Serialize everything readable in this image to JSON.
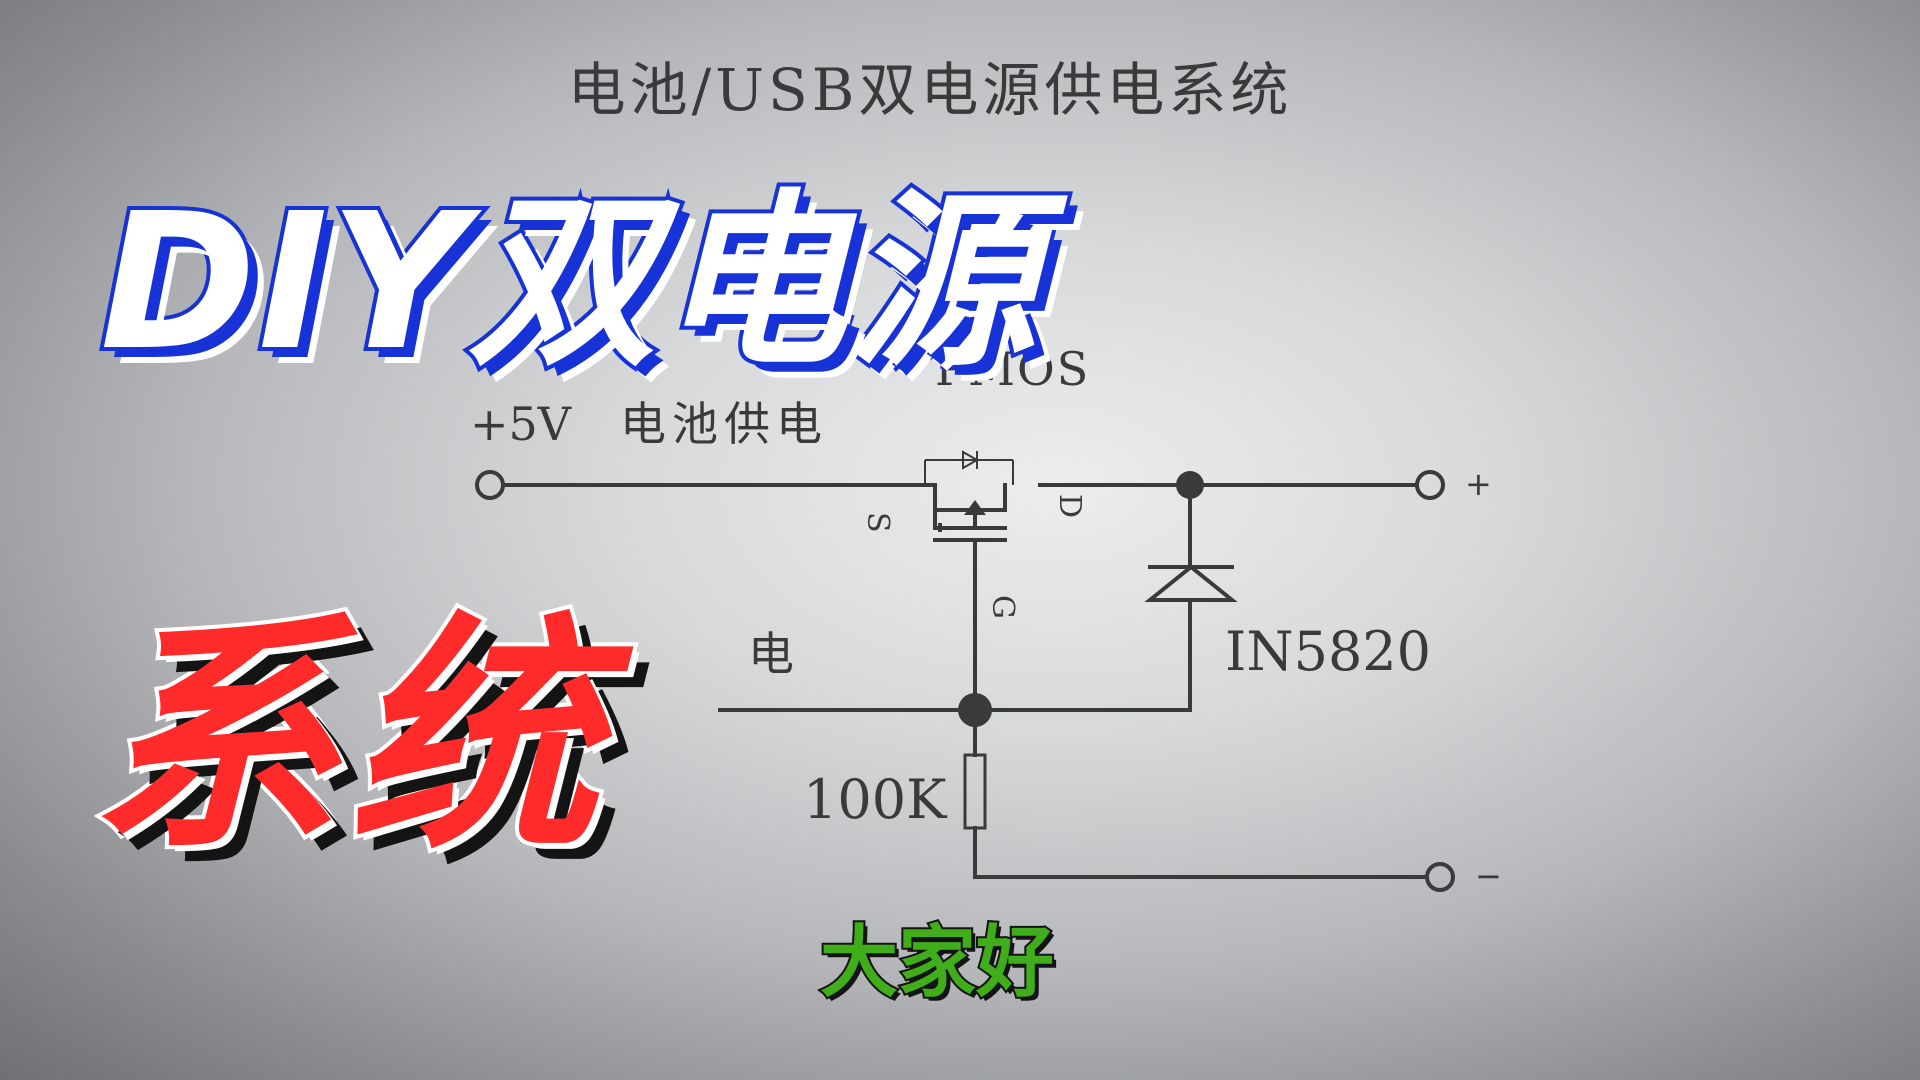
{
  "diagram": {
    "title": "电池/USB双电源供电系统",
    "labels": {
      "input_top": "+5V",
      "battery_supply": "电池供电",
      "pmos": "PMOS",
      "pin_s": "S",
      "pin_d": "D",
      "pin_g": "G",
      "diode": "IN5820",
      "resistor": "100K",
      "out_plus": "+",
      "out_minus": "−",
      "usb_partial": "电"
    }
  },
  "overlay": {
    "headline": "DIY双电源",
    "subtitle": "系统",
    "greeting": "大家好"
  },
  "colors": {
    "headline_fill": "#ffffff",
    "headline_stroke": "#1733d8",
    "subtitle_fill": "#ff2b2b",
    "greeting_fill": "#3fae1a"
  }
}
